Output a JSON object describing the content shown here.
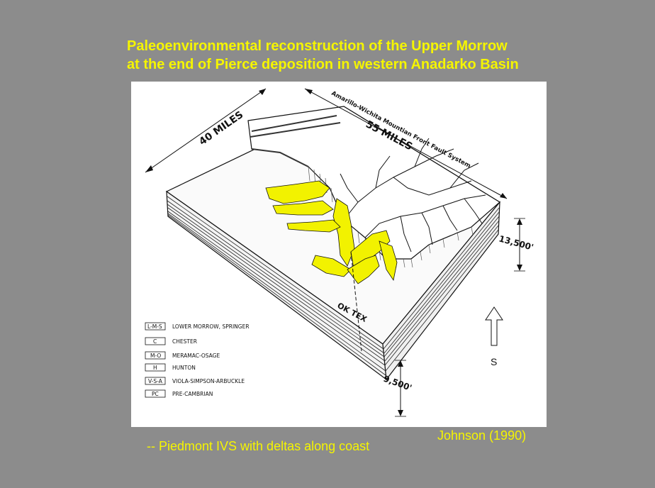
{
  "title": {
    "line1": "Paleoenvironmental reconstruction of the Upper Morrow",
    "line2": "at the end of Pierce deposition in western Anadarko Basin"
  },
  "diagram": {
    "fault_system_label": "Amarillo-Wichita Mountian Front Fault System",
    "width_label": "40 MILES",
    "length_label": "55 MILES",
    "thickness_right_label": "13,500'",
    "thickness_front_label": "9,500'",
    "state_line_label": "OK TEX",
    "north_arrow_label": "S",
    "legend": [
      {
        "symbol": "L-M-S",
        "label": "LOWER MORROW, SPRINGER"
      },
      {
        "symbol": "C",
        "label": "CHESTER"
      },
      {
        "symbol": "M-O",
        "label": "MERAMAC-OSAGE"
      },
      {
        "symbol": "H",
        "label": "HUNTON"
      },
      {
        "symbol": "V-S-A",
        "label": "VIOLA-SIMPSON-ARBUCKLE"
      },
      {
        "symbol": "PC",
        "label": "PRE-CAMBRIAN"
      }
    ]
  },
  "caption": "-- Piedmont IVS with deltas along coast",
  "credit": "Johnson (1990)",
  "colors": {
    "background": "#8c8c8c",
    "title_text": "#f5f500",
    "sand_fill": "#f2f200"
  }
}
